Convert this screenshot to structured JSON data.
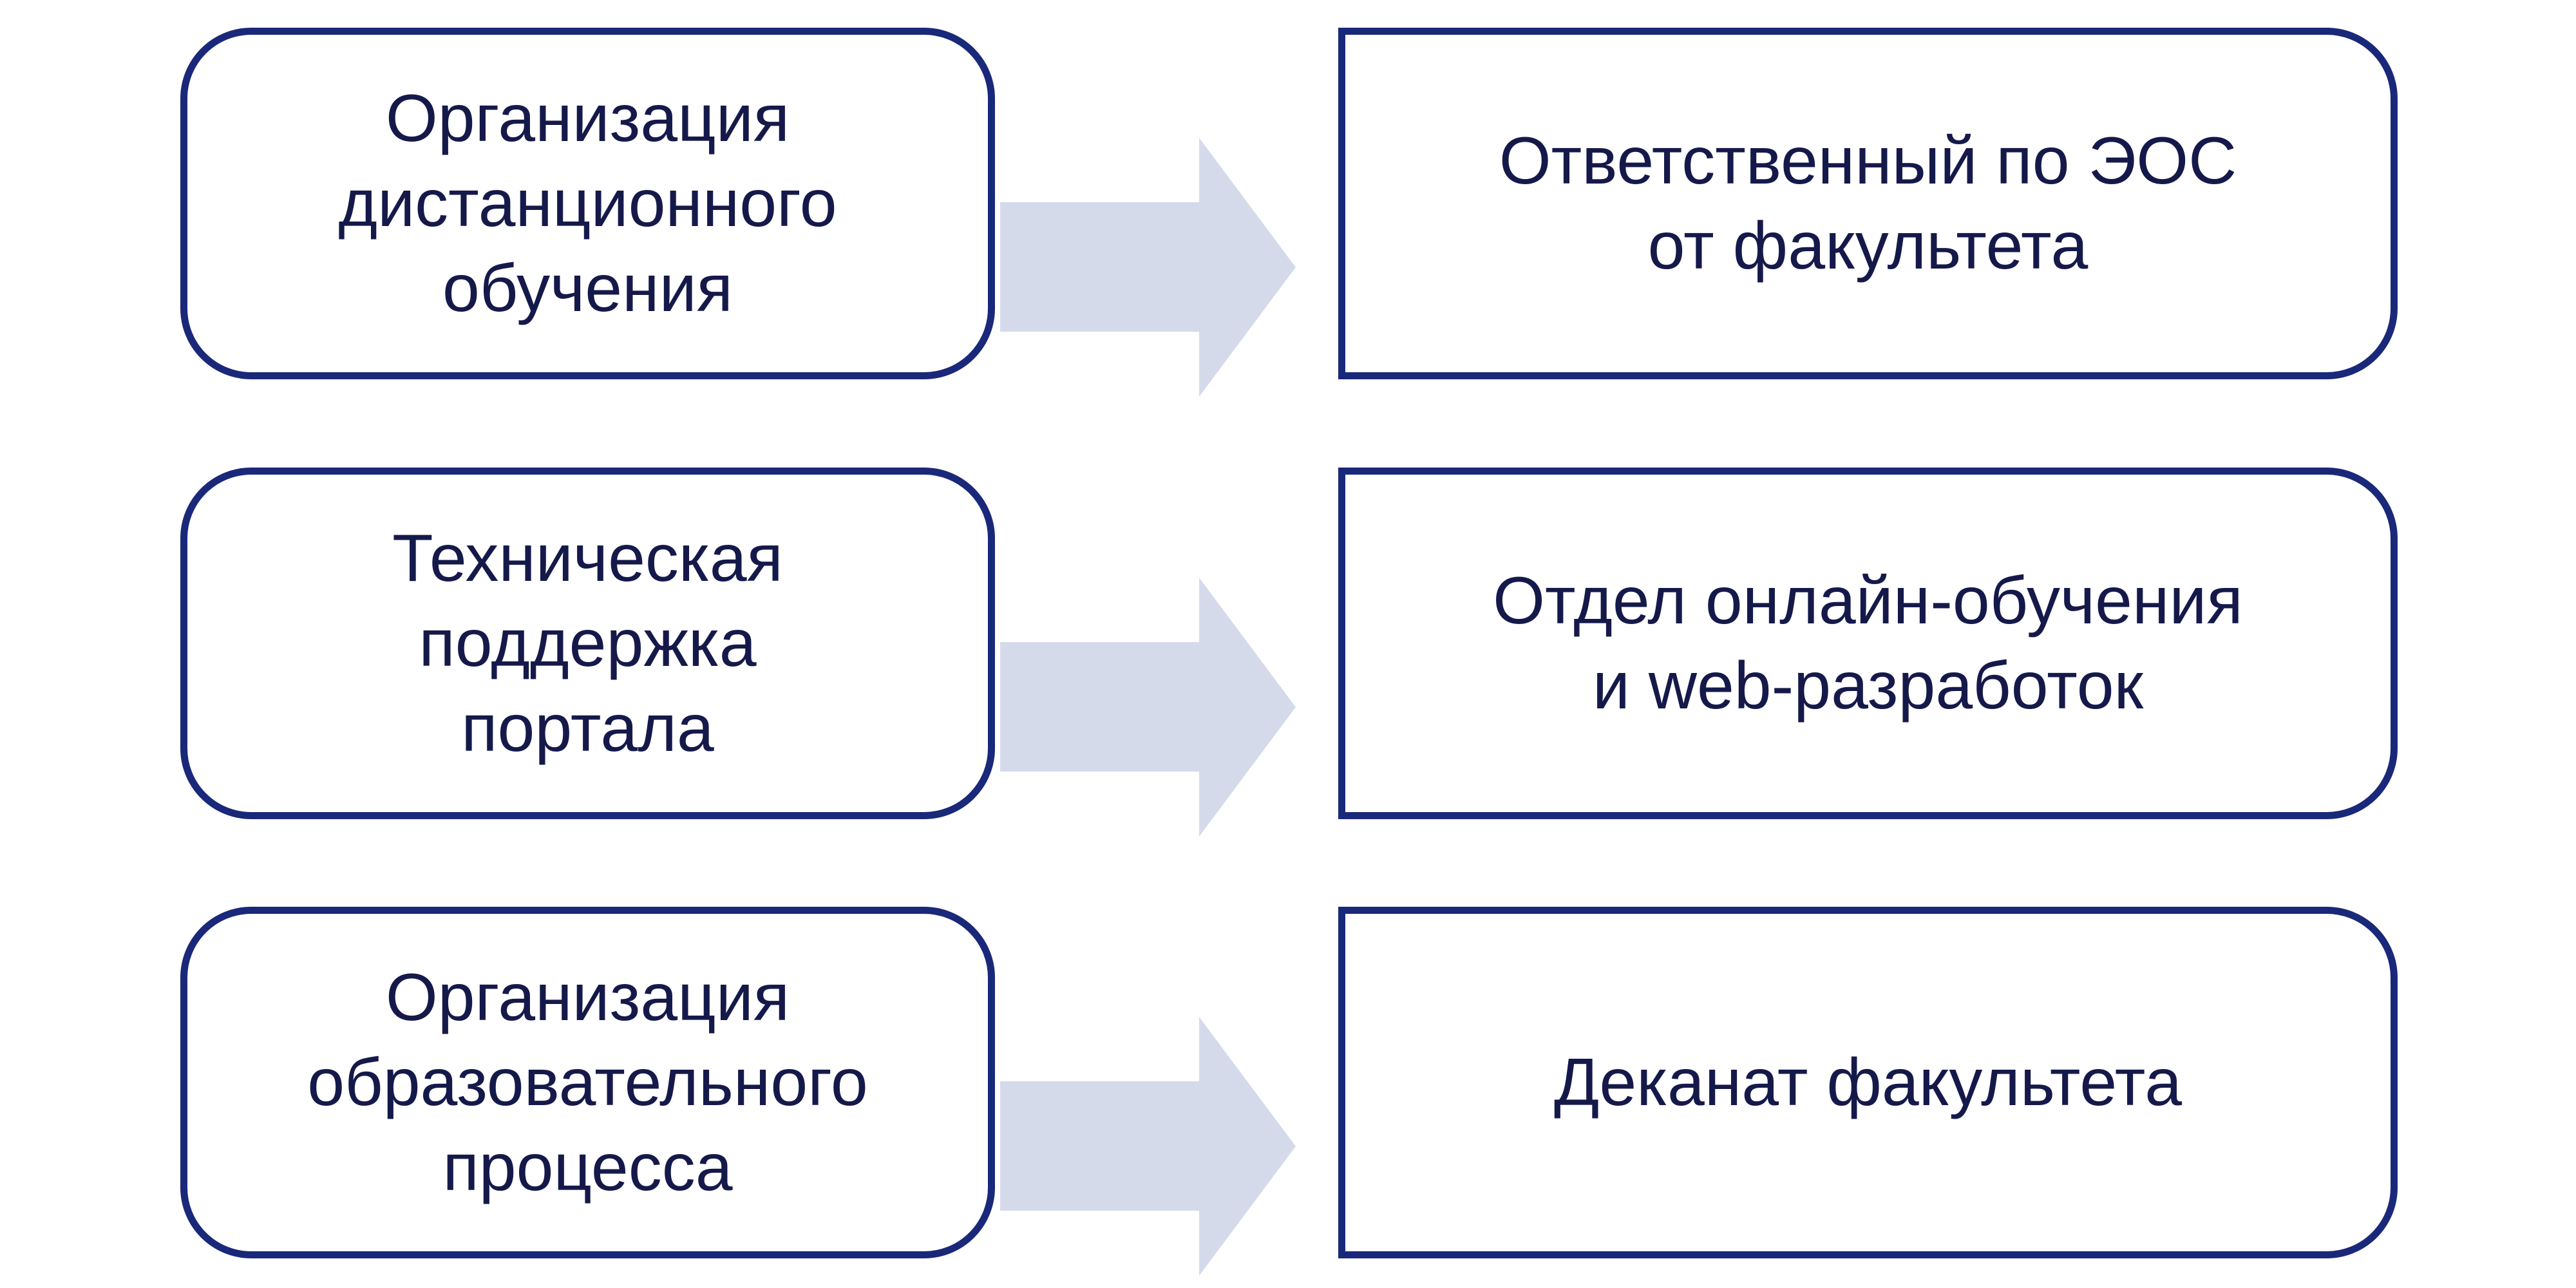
{
  "rows": [
    {
      "source": "Организация\nдистанционного\nобучения",
      "target": "Ответственный по ЭОС\nот факультета"
    },
    {
      "source": "Техническая\nподдержка\nпортала",
      "target": "Отдел онлайн-обучения\nи web-разработок"
    },
    {
      "source": "Организация\nобразовательного\nпроцесса",
      "target": "Деканат факультета"
    }
  ],
  "colors": {
    "border": "#1a287a",
    "arrow": "#d5daeb",
    "text": "#15194a"
  }
}
